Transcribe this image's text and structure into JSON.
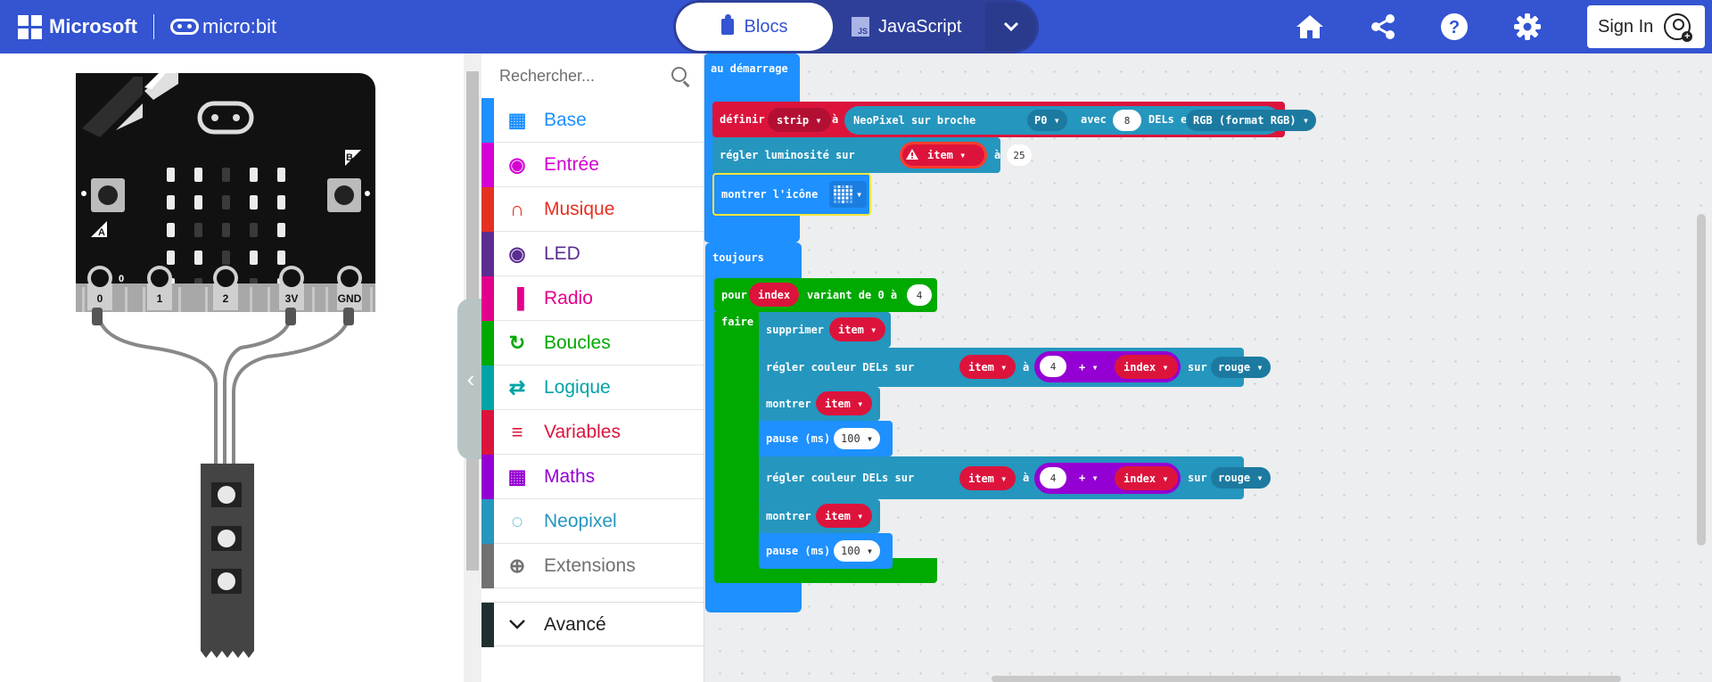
{
  "header": {
    "brand": "Microsoft",
    "product": "micro:bit",
    "mode_blocks": "Blocs",
    "mode_js": "JavaScript",
    "js_badge": "JS",
    "sign_in": "Sign In",
    "bg_color": "#3454d1"
  },
  "simulator": {
    "button_a": "A",
    "button_b": "B",
    "pins": [
      "0",
      "1",
      "2",
      "3V",
      "GND"
    ],
    "pin_label_small": "0",
    "led_matrix": [
      [
        1,
        1,
        0,
        1,
        1
      ],
      [
        1,
        1,
        0,
        1,
        1
      ],
      [
        1,
        0,
        0,
        0,
        1
      ],
      [
        1,
        1,
        0,
        1,
        1
      ],
      [
        1,
        0,
        0,
        0,
        1
      ]
    ]
  },
  "toolbox": {
    "search_placeholder": "Rechercher...",
    "categories": [
      {
        "label": "Base",
        "color": "#1e90ff",
        "icon": "grid-icon"
      },
      {
        "label": "Entrée",
        "color": "#d400d4",
        "icon": "circle-dot-icon"
      },
      {
        "label": "Musique",
        "color": "#e63022",
        "icon": "headphones-icon"
      },
      {
        "label": "LED",
        "color": "#5c2d91",
        "icon": "toggle-icon"
      },
      {
        "label": "Radio",
        "color": "#e3008c",
        "icon": "signal-bars-icon"
      },
      {
        "label": "Boucles",
        "color": "#00aa00",
        "icon": "loop-arrow-icon"
      },
      {
        "label": "Logique",
        "color": "#00a4a6",
        "icon": "shuffle-icon"
      },
      {
        "label": "Variables",
        "color": "#dc143c",
        "icon": "list-lines-icon"
      },
      {
        "label": "Maths",
        "color": "#9400d3",
        "icon": "calculator-icon"
      },
      {
        "label": "Neopixel",
        "color": "#2596be",
        "icon": "dotted-circle-icon"
      },
      {
        "label": "Extensions",
        "color": "#717171",
        "icon": "plus-circle-icon"
      }
    ],
    "advanced": "Avancé"
  },
  "blocks": {
    "on_start": "au démarrage",
    "set_label": "définir",
    "strip_var": "strip",
    "to": "à",
    "neopixel_create": "NeoPixel sur broche",
    "pin_value": "P0",
    "with_label": "avec",
    "led_count": "8",
    "leds_in": "DELs en",
    "mode": "RGB (format RGB)",
    "set_brightness": "régler luminosité sur",
    "item_var": "item",
    "brightness_value": "25",
    "show_icon": "montrer l'icône",
    "forever": "toujours",
    "for_label": "pour",
    "index_var": "index",
    "ranging": "variant de 0 à",
    "for_end": "4",
    "do_label": "faire",
    "clear": "supprimer",
    "set_pixel_color": "régler couleur DELs sur",
    "plus_op": "+",
    "base_value": "4",
    "on_label": "sur",
    "color_red": "rouge",
    "show": "montrer",
    "pause": "pause (ms)",
    "pause_value": "100"
  },
  "colors": {
    "neopixel_block": "#2596be",
    "variables": "#dc143c",
    "loops": "#00aa00",
    "basic": "#1e90ff",
    "math": "#9400d3",
    "workspace_bg": "#eceeef"
  }
}
